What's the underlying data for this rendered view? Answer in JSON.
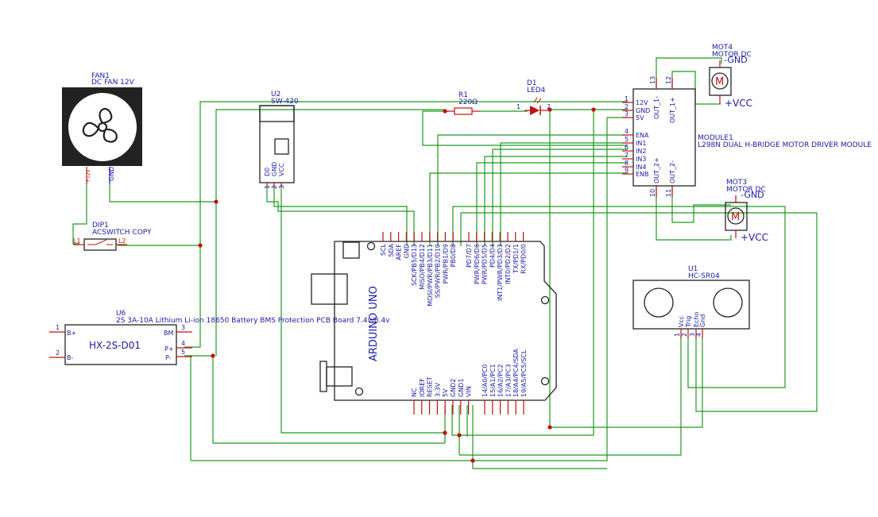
{
  "fan": {
    "ref": "FAN1",
    "value": "DC FAN 12V",
    "pins": [
      "+12V",
      "GND"
    ]
  },
  "switch": {
    "ref": "DIP1",
    "value": "ACSWITCH COPY",
    "pins": [
      "L1",
      "L2"
    ]
  },
  "bms": {
    "ref": "U6",
    "value": "2S 3A-10A Lithium Li-ion 18650 Battery BMS Protection PCB Board 7.4v/8.4v",
    "body": "HX-2S-D01",
    "pins": [
      {
        "num": "1",
        "name": "B+"
      },
      {
        "num": "2",
        "name": "B-"
      },
      {
        "num": "3",
        "name": "BM"
      },
      {
        "num": "4",
        "name": "P+"
      },
      {
        "num": "5",
        "name": "P-"
      }
    ]
  },
  "sensor": {
    "ref": "U2",
    "value": "SW-420",
    "pins": [
      "D0",
      "GND",
      "VCC"
    ],
    "pin_nums": [
      "1",
      "2",
      "3"
    ]
  },
  "resistor": {
    "ref": "R1",
    "value": "220Ω"
  },
  "led": {
    "ref": "D1",
    "value": "LED4",
    "pins": [
      "1",
      "2"
    ]
  },
  "driver": {
    "ref": "MODULE1",
    "value": "L298N DUAL H-BRIDGE MOTOR DRIVER MODULE",
    "left_pins": [
      {
        "num": "1",
        "name": "12V"
      },
      {
        "num": "2",
        "name": "GND"
      },
      {
        "num": "3",
        "name": "5V"
      },
      {
        "num": "4",
        "name": "ENA"
      },
      {
        "num": "5",
        "name": "IN1"
      },
      {
        "num": "6",
        "name": "IN2"
      },
      {
        "num": "7",
        "name": "IN3"
      },
      {
        "num": "8",
        "name": "IN4"
      },
      {
        "num": "9",
        "name": "ENB"
      }
    ],
    "top_pins": [
      {
        "num": "13",
        "name": "OUT_1-"
      },
      {
        "num": "12",
        "name": "OUT_1+"
      }
    ],
    "bottom_pins": [
      {
        "num": "10",
        "name": "OUT_2+"
      },
      {
        "num": "11",
        "name": "OUT_2-"
      }
    ]
  },
  "motor1": {
    "ref": "MOT4",
    "value": "MOTOR DC",
    "neg": "-GND",
    "pos": "+VCC",
    "symbol": "M"
  },
  "motor2": {
    "ref": "MOT3",
    "value": "MOTOR DC",
    "neg": "-GND",
    "pos": "+VCC",
    "symbol": "M"
  },
  "ultrasonic": {
    "ref": "U1",
    "value": "HC-SR04",
    "pins": [
      "Vcc",
      "Trig",
      "Echo",
      "Gnd"
    ],
    "pin_nums": [
      "1",
      "2",
      "3",
      "4"
    ]
  },
  "arduino": {
    "name": "ARDUINO UNO",
    "top_pins": [
      "SCL",
      "SDA",
      "AREF",
      "GND",
      "SCK/PB5/D13",
      "MISO/PB4/D12",
      "MOSI/PWR/PB3/D11",
      "SS/PWR/PB2/D10",
      "PWR/PB1/D9",
      "PB0/D8",
      "PD7/D7",
      "PWR/PD6/D6",
      "PWR/PD5/D5",
      "PD4/D4",
      "INT1/PWR/PD3/D3",
      "INT0/PD2/D2",
      "TX/PD1/1",
      "RX/PD0/0"
    ],
    "bottom_pins": [
      "NC",
      "IOREF",
      "RESET",
      "3.3V",
      "5V",
      "GND2",
      "GND1",
      "VIN",
      "14/A0/PC0",
      "15/A1/PC1",
      "16/A2/PC2",
      "17/A3/PC3",
      "18/A4/PC4/SDA",
      "19/A5/PC5/SCL"
    ]
  }
}
